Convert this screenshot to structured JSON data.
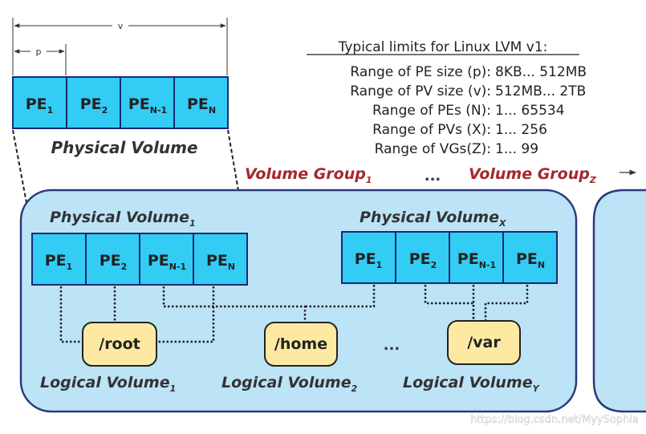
{
  "top_pv": {
    "v_label": "v",
    "p_label": "p",
    "title": "Physical Volume",
    "pes": [
      {
        "main": "PE",
        "sub": "1"
      },
      {
        "main": "PE",
        "sub": "2"
      },
      {
        "main": "PE",
        "sub": "N-1"
      },
      {
        "main": "PE",
        "sub": "N"
      }
    ]
  },
  "limits": {
    "heading": "Typical limits for Linux LVM v1:",
    "rows": [
      {
        "label": "Range of PE size (p):",
        "value": "8KB... 512MB"
      },
      {
        "label": "Range of PV size (v):",
        "value": "512MB... 2TB"
      },
      {
        "label": "Range of PEs (N):",
        "value": "1... 65534"
      },
      {
        "label": "Range of PVs (X):",
        "value": "1... 256"
      },
      {
        "label": "Range of VGs(Z):",
        "value": "1... 99"
      }
    ]
  },
  "volume_groups": {
    "first": {
      "main": "Volume Group",
      "sub": "1"
    },
    "ellipsis": "...",
    "last": {
      "main": "Volume Group",
      "sub": "Z"
    }
  },
  "vg1": {
    "pv1": {
      "main": "Physical Volume",
      "sub": "1",
      "pes": [
        {
          "main": "PE",
          "sub": "1"
        },
        {
          "main": "PE",
          "sub": "2"
        },
        {
          "main": "PE",
          "sub": "N-1"
        },
        {
          "main": "PE",
          "sub": "N"
        }
      ]
    },
    "pvx": {
      "main": "Physical Volume",
      "sub": "X",
      "pes": [
        {
          "main": "PE",
          "sub": "1"
        },
        {
          "main": "PE",
          "sub": "2"
        },
        {
          "main": "PE",
          "sub": "N-1"
        },
        {
          "main": "PE",
          "sub": "N"
        }
      ]
    },
    "mounts": [
      "/root",
      "/home",
      "/var"
    ],
    "mount_ellipsis": "...",
    "logical_volumes": [
      {
        "main": "Logical Volume",
        "sub": "1"
      },
      {
        "main": "Logical Volume",
        "sub": "2"
      },
      {
        "main": "Logical Volume",
        "sub": "Y"
      }
    ]
  },
  "watermark": "https://blog.csdn.net/MyySophia",
  "colors": {
    "pe_fill": "#33ccf5",
    "pe_stroke": "#1a2a6e",
    "vg_fill": "#bde3f7",
    "vg_stroke": "#2b3a7a",
    "lv_fill": "#fde9a2",
    "vg_label": "#a3282e"
  }
}
